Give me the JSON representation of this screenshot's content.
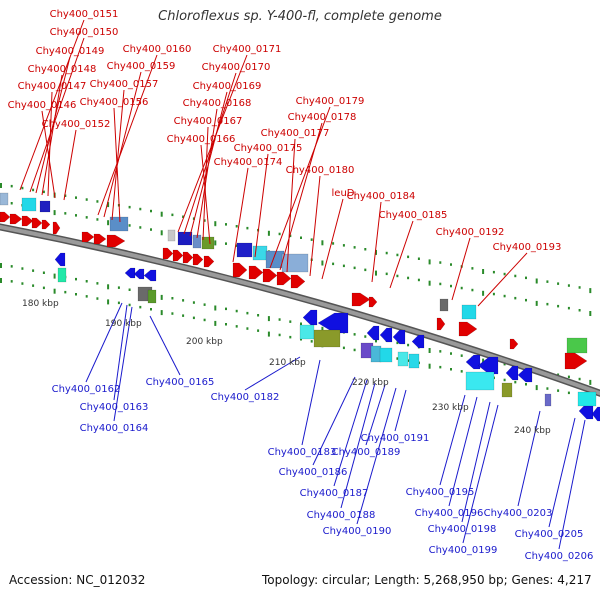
{
  "header": {
    "title": "Chloroflexus sp. Y-400-fl, complete genome"
  },
  "footer": {
    "accession": "Accession: NC_012032",
    "summary": "Topology: circular; Length: 5,268,950 bp; Genes: 4,217"
  },
  "colors": {
    "forward_gene": "#e00000",
    "reverse_gene": "#1010e0",
    "forward_label": "#cc0000",
    "reverse_label": "#1a1acc",
    "backbone": "#888888",
    "tick": "#2a8a2a",
    "tick_label": "#333333"
  },
  "scale": {
    "ticks": [
      "180 kbp",
      "190 kbp",
      "200 kbp",
      "210 kbp",
      "220 kbp",
      "230 kbp",
      "240 kbp"
    ]
  },
  "features": {
    "forward_labels": [
      "Chy400_0151",
      "Chy400_0150",
      "Chy400_0149",
      "Chy400_0148",
      "Chy400_0147",
      "Chy400_0146",
      "Chy400_0152",
      "Chy400_0160",
      "Chy400_0159",
      "Chy400_0157",
      "Chy400_0156",
      "Chy400_0171",
      "Chy400_0170",
      "Chy400_0169",
      "Chy400_0168",
      "Chy400_0167",
      "Chy400_0166",
      "Chy400_0175",
      "Chy400_0174",
      "Chy400_0179",
      "Chy400_0178",
      "Chy400_0177",
      "Chy400_0180",
      "leuD",
      "Chy400_0184",
      "Chy400_0185",
      "Chy400_0192",
      "Chy400_0193"
    ],
    "reverse_labels": [
      "Chy400_0162",
      "Chy400_0163",
      "Chy400_0164",
      "Chy400_0165",
      "Chy400_0182",
      "Chy400_0183",
      "Chy400_0186",
      "Chy400_0187",
      "Chy400_0188",
      "Chy400_0189",
      "Chy400_0190",
      "Chy400_0191",
      "Chy400_0195",
      "Chy400_0196",
      "Chy400_0198",
      "Chy400_0199",
      "Chy400_0203",
      "Chy400_0205",
      "Chy400_0206"
    ]
  }
}
